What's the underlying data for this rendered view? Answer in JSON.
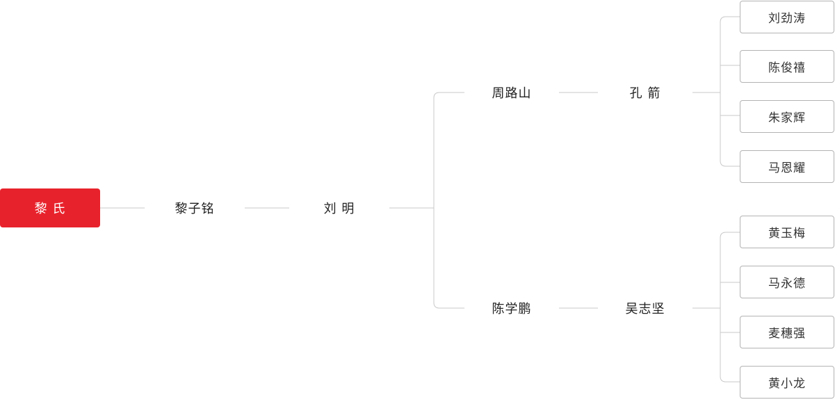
{
  "tree": {
    "root": "黎 氏",
    "gen1": "黎子铭",
    "gen2": "刘 明",
    "branches": [
      {
        "parent": "周路山",
        "child": "孔 箭",
        "leaves": [
          "刘劲涛",
          "陈俊禧",
          "朱家辉",
          "马恩耀"
        ]
      },
      {
        "parent": "陈学鹏",
        "child": "吴志坚",
        "leaves": [
          "黄玉梅",
          "马永德",
          "麦穗强",
          "黄小龙"
        ]
      }
    ]
  },
  "colors": {
    "root_bg": "#e8222c",
    "line": "#c8c8c8",
    "leaf_border": "#b3b3b3"
  }
}
